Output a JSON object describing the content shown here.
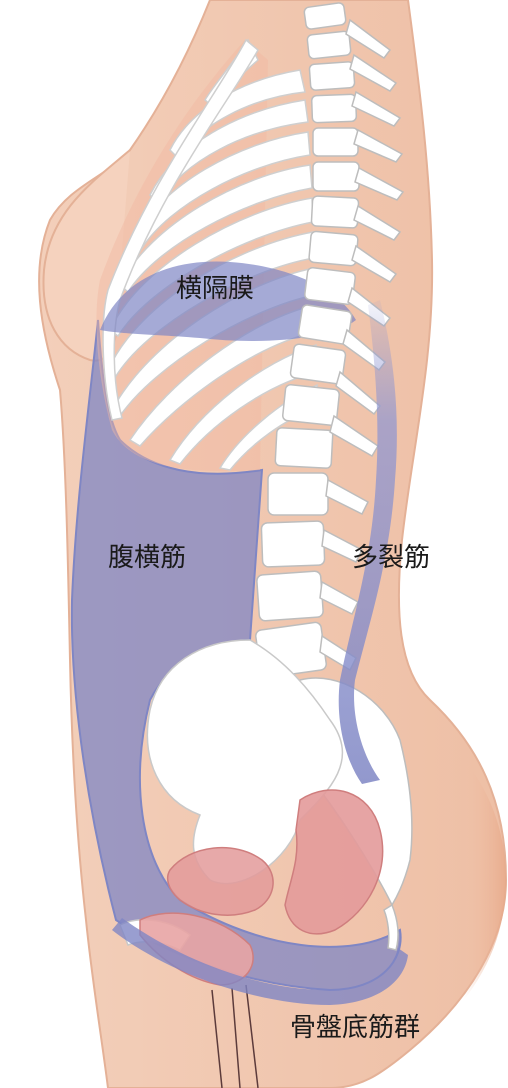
{
  "labels": {
    "diaphragm": "横隔膜",
    "transversus_abdominis": "腹横筋",
    "multifidus": "多裂筋",
    "pelvic_floor": "骨盤底筋群"
  },
  "colors": {
    "skin": "#f1c9b3",
    "skin_edge": "#e4b197",
    "muscle": "#7f86c4",
    "bone": "#ffffff",
    "bone_edge": "#c9c9c9",
    "organ": "#e39a9a"
  }
}
